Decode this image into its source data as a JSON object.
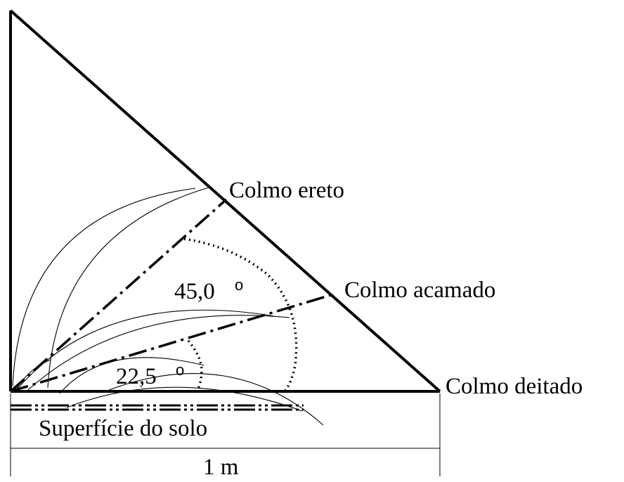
{
  "labels": {
    "colmo_ereto": "Colmo ereto",
    "colmo_acamado": "Colmo acamado",
    "colmo_deitado": "Colmo deitado",
    "superficie": "Superfície do solo",
    "scale": "1 m"
  },
  "angles": {
    "large": "45,0",
    "small": "22,5",
    "degree_symbol": "o"
  },
  "colors": {
    "stroke": "#000000",
    "background": "#ffffff"
  }
}
